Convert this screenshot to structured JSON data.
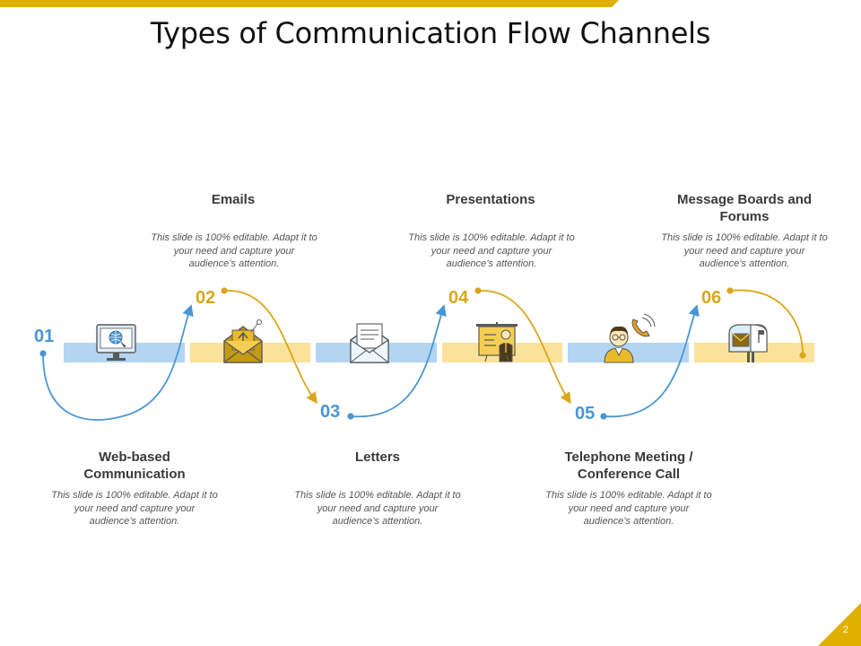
{
  "title": "Types of Communication Flow Channels",
  "colors": {
    "blue": "#4a96d4",
    "gold": "#d9a71c",
    "light_blue": "#b3d5f2",
    "light_gold": "#fbe29a",
    "accent": "#e0b000",
    "icon_dark": "#5a5a5a"
  },
  "steps": [
    {
      "number": "01",
      "heading": "Web-based Communication",
      "description": "This slide is 100% editable. Adapt it to your need and capture your audience’s attention.",
      "icon": "computer-globe-icon",
      "color": "blue"
    },
    {
      "number": "02",
      "heading": "Emails",
      "description": "This slide is 100% editable. Adapt it to your need and capture your audience’s attention.",
      "icon": "email-envelope-icon",
      "color": "gold"
    },
    {
      "number": "03",
      "heading": "Letters",
      "description": "This slide is 100% editable. Adapt it to your need and capture your audience’s attention.",
      "icon": "letter-envelope-icon",
      "color": "blue"
    },
    {
      "number": "04",
      "heading": "Presentations",
      "description": "This slide is 100% editable. Adapt it to your need and capture your audience’s attention.",
      "icon": "presentation-board-icon",
      "color": "gold"
    },
    {
      "number": "05",
      "heading": "Telephone Meeting / Conference Call",
      "description": "This slide is 100% editable. Adapt it to your need and capture your audience’s attention.",
      "icon": "telephone-person-icon",
      "color": "blue"
    },
    {
      "number": "06",
      "heading": "Message Boards and Forums",
      "description": "This slide is 100% editable. Adapt it to your need and capture your audience’s attention.",
      "icon": "mailbox-icon",
      "color": "gold"
    }
  ],
  "page_number": "2"
}
